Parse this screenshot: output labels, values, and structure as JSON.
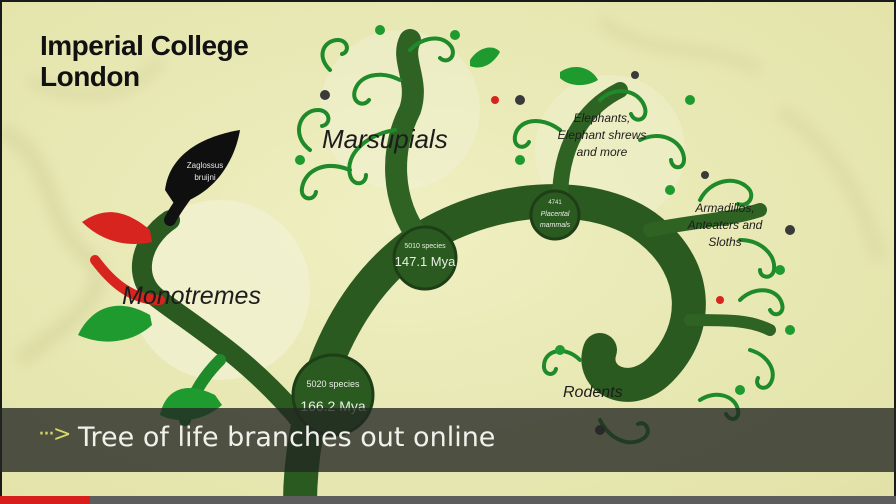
{
  "video": {
    "brand_line1": "Imperial College",
    "brand_line2": "London",
    "groups": {
      "monotremes": "Monotremes",
      "marsupials": "Marsupials",
      "rodents": "Rodents",
      "elephants_1": "Elephants,",
      "elephants_2": "Elephant shrews",
      "elephants_3": "and more",
      "armadillos_1": "Armadillos,",
      "armadillos_2": "Anteaters and",
      "armadillos_3": "Sloths",
      "zaglossus_1": "Zaglossus",
      "zaglossus_2": "bruijni"
    },
    "nodes": {
      "root_species": "5020 species",
      "root_age": "166.2 Mya",
      "marsupial_species": "5010 species",
      "marsupial_age": "147.1 Mya",
      "placental_1": "4741",
      "placental_2": "Placental",
      "placental_3": "mammals"
    }
  },
  "caption": {
    "arrow": "···>",
    "text": "Tree of life branches out online"
  },
  "progress": {
    "played_fraction": 0.1
  },
  "colors": {
    "progress_played": "#d81d1d",
    "branch_dark": "#2b5a20",
    "leaf_green": "#1f9a2e",
    "leaf_red": "#d8241e"
  }
}
